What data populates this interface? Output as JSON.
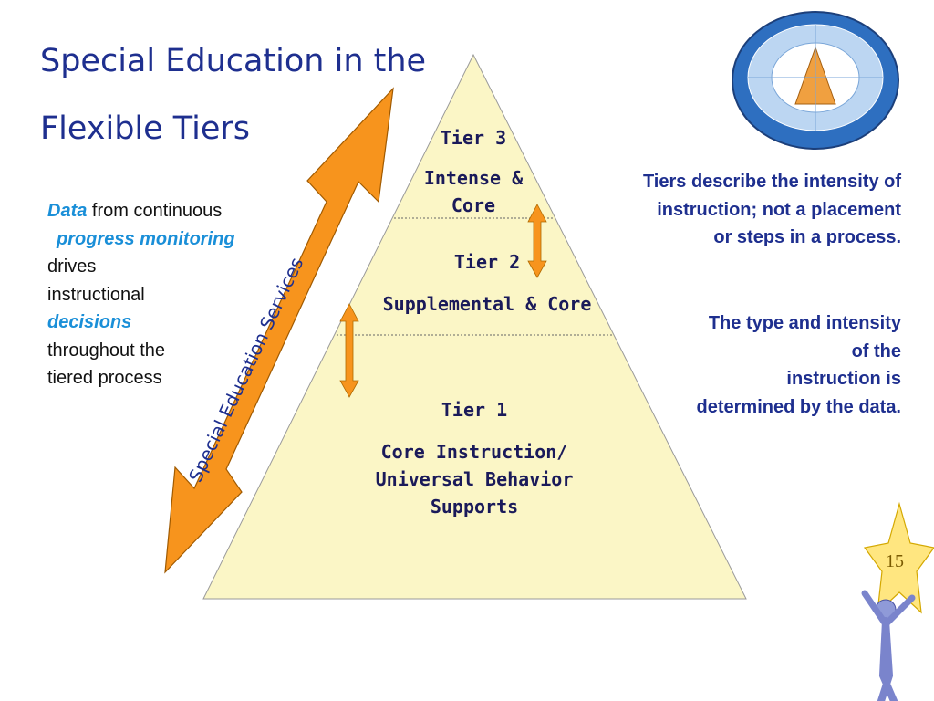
{
  "slide": {
    "title_line1": "Special Education in the",
    "title_line2": "Flexible Tiers",
    "page_number": "15"
  },
  "pyramid": {
    "tier3": {
      "name": "Tier 3",
      "desc_line1": "Intense &",
      "desc_line2": "Core"
    },
    "tier2": {
      "name": "Tier 2",
      "desc_line1": "Supplemental & Core"
    },
    "tier1": {
      "name": "Tier 1",
      "desc_line1": "Core Instruction/",
      "desc_line2": "Universal Behavior",
      "desc_line3": "Supports"
    }
  },
  "arrow_label": "Special Education Services",
  "left_note": {
    "w1": "Data",
    "w2": " from continuous",
    "w3": "progress monitoring",
    "w4": "drives",
    "w5": "instructional",
    "w6": "decisions",
    "w7": "throughout the",
    "w8": "tiered process"
  },
  "right_note_1": {
    "line1": "Tiers describe the intensity of",
    "line2": "instruction; not a placement",
    "line3": "or steps in a process."
  },
  "right_note_2": {
    "line1": "The type and intensity",
    "line2": "of the",
    "line3": "instruction is",
    "line4": "determined by the data."
  },
  "colors": {
    "title": "#1e2f8f",
    "pyramid_fill": "#fbf6c6",
    "arrow": "#f7941d",
    "highlight": "#1a8fd8",
    "star": "#ffe680"
  },
  "icons": {
    "framework_logo": "blueprint-circle-logo",
    "star_person": "star-person-icon"
  }
}
